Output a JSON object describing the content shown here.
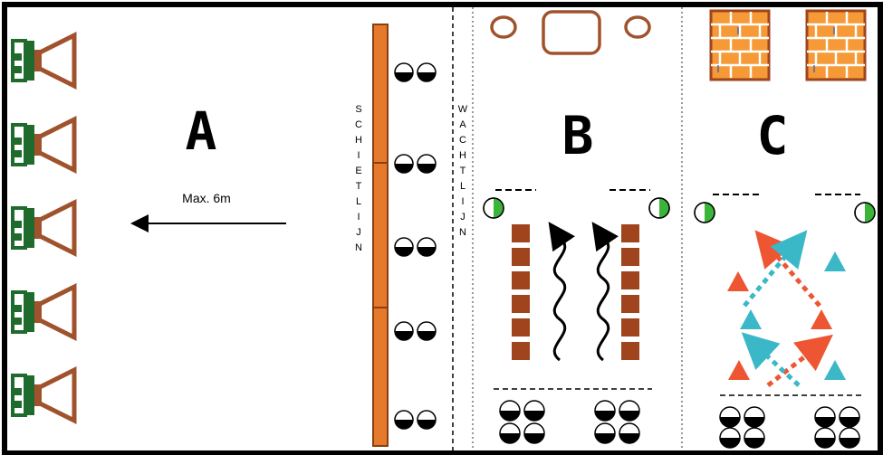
{
  "zones": {
    "a": {
      "letter": "A",
      "distance_label": "Max. 6m"
    },
    "b": {
      "letter": "B"
    },
    "c": {
      "letter": "C"
    }
  },
  "vertical_labels": {
    "schietlijn": [
      "S",
      "C",
      "H",
      "I",
      "E",
      "T",
      "L",
      "I",
      "J",
      "N"
    ],
    "wachtlijn": [
      "W",
      "A",
      "C",
      "H",
      "T",
      "L",
      "I",
      "J",
      "N"
    ]
  },
  "colors": {
    "frame": "#000000",
    "target_green": "#1f6b2e",
    "cannon_brown": "#a0522d",
    "shooting_line_orange": "#e57a2c",
    "hurdle_brown": "#a0441e",
    "cone_red": "#ee5533",
    "cone_teal": "#3bb8c8",
    "indicator_green": "#3ab53a",
    "brick_orange": "#f59a36"
  },
  "icons": {
    "target": "archery-target-icon",
    "cannon": "catapult-icon",
    "player": "player-token-icon",
    "referee": "referee-token-icon",
    "hurdle": "block-icon",
    "cone": "cone-icon",
    "wall": "brick-wall-icon"
  }
}
